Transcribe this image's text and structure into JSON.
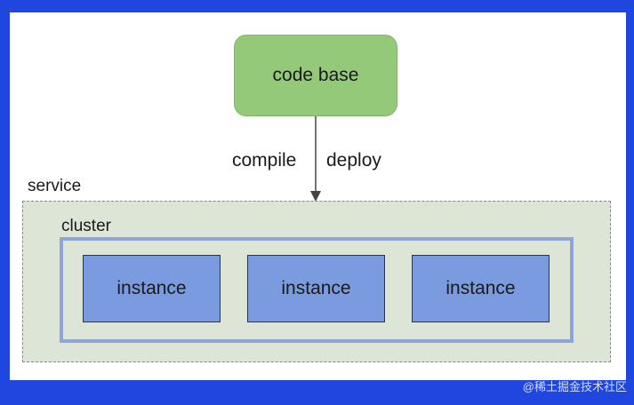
{
  "diagram": {
    "code_base": "code base",
    "edge_labels": {
      "compile": "compile",
      "deploy": "deploy"
    },
    "service_label": "service",
    "cluster_label": "cluster",
    "instances": [
      "instance",
      "instance",
      "instance"
    ]
  },
  "watermark": "@稀土掘金技术社区",
  "colors": {
    "background": "#1f47e0",
    "code_base_fill": "#95c97a",
    "service_fill": "#dde6d6",
    "cluster_border": "#8ca6d8",
    "instance_fill": "#7b9be0"
  }
}
